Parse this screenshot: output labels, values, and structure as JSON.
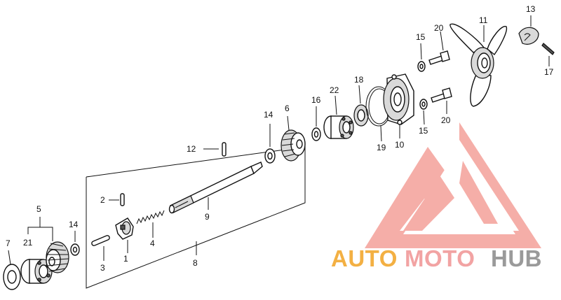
{
  "labels": {
    "p1": "1",
    "p2": "2",
    "p3": "3",
    "p4": "4",
    "p5": "5",
    "p6": "6",
    "p7": "7",
    "p8": "8",
    "p9": "9",
    "p10": "10",
    "p11": "11",
    "p12": "12",
    "p13": "13",
    "p14_upper": "14",
    "p14_lower": "14",
    "p15_upper": "15",
    "p15_lower": "15",
    "p16": "16",
    "p17": "17",
    "p18": "18",
    "p19": "19",
    "p20_upper": "20",
    "p20_lower": "20",
    "p21": "21",
    "p22": "22"
  },
  "watermark": {
    "auto": "AUTO",
    "moto": "MOTO",
    "hub": "HUB",
    "color_auto": "#f3b043",
    "color_moto": "#f2a3a3",
    "color_hub": "#9a9a9a",
    "logo_color": "#f29a92"
  }
}
